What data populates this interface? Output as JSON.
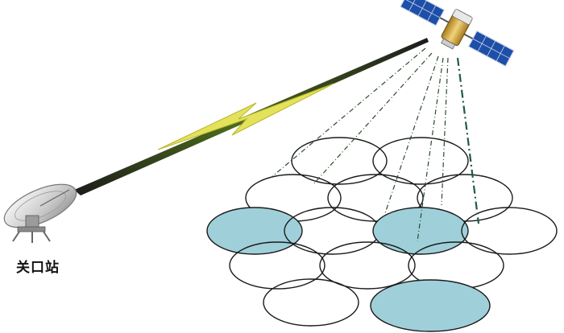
{
  "gateway": {
    "label": "关口站"
  },
  "colors": {
    "beam_fill_active": "#9fd0da",
    "beam_stroke": "#1a1a1a",
    "link_green": "#6b8e23",
    "lightning": "#e3e25a",
    "panel": "#1e4fa8"
  },
  "beams": {
    "total": 14,
    "active": 3
  },
  "icons": [
    "satellite-icon",
    "dish-antenna-icon",
    "lightning-bolt-icon"
  ]
}
